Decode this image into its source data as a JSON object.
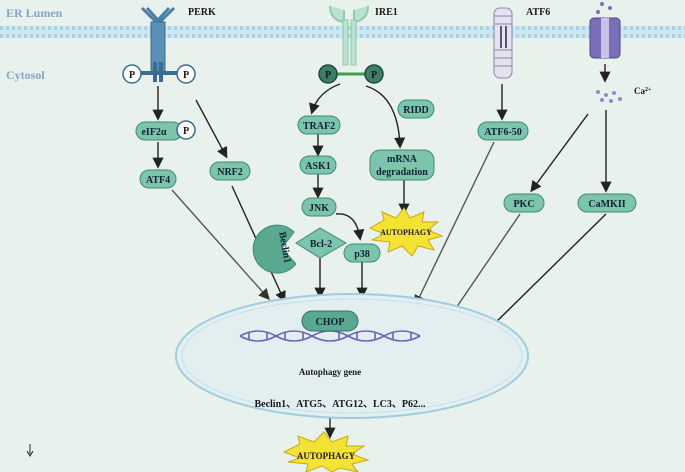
{
  "regions": {
    "er_lumen": "ER Lumen",
    "cytosol": "Cytosol"
  },
  "receptors": {
    "perk": "PERK",
    "ire1": "IRE1",
    "atf6": "ATF6",
    "ca": "Ca",
    "ca_sup": "2+"
  },
  "phospho": "P",
  "nodes": {
    "eif2a": "eIF2α",
    "atf4": "ATF4",
    "nrf2": "NRF2",
    "traf2": "TRAF2",
    "ask1": "ASK1",
    "jnk": "JNK",
    "bcl2": "Bcl-2",
    "beclin1": "Beclin1",
    "p38": "p38",
    "ridd": "RIDD",
    "mrna1": "mRNA",
    "mrna2": "degradation",
    "atf650": "ATF6-50",
    "pkc": "PKC",
    "camkii": "CaMKII",
    "chop": "CHOP"
  },
  "autophagy_label": "AUTOPHAGY",
  "nucleus": {
    "gene": "Autophagy gene",
    "genes_list": "Beclin1、ATG5、ATG12、LC3、P62..."
  },
  "colors": {
    "node_fill": "#7cc4ac",
    "node_stroke": "#3d8a73",
    "membrane": "#a9d3e6",
    "burst": "#f4e235"
  }
}
